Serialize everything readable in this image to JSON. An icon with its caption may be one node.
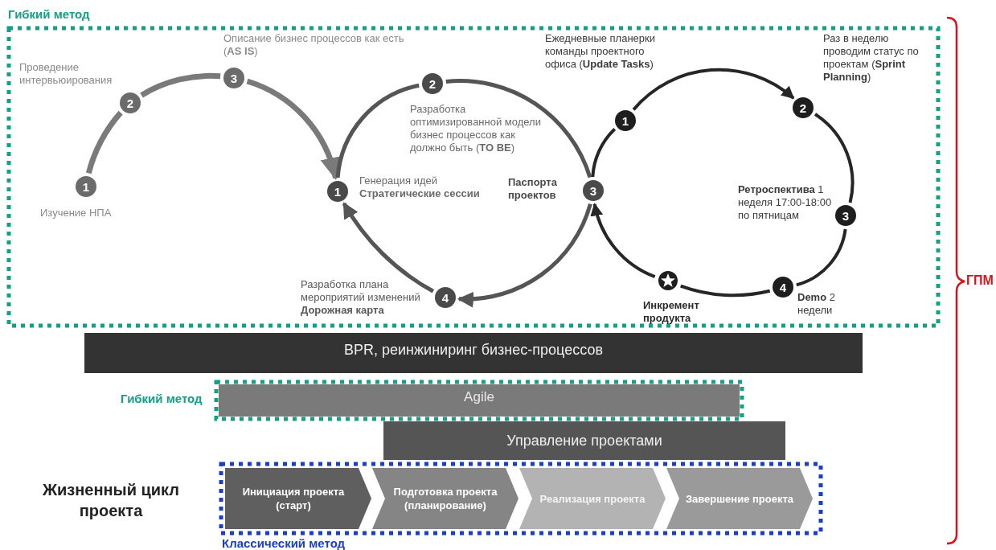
{
  "diagram": {
    "nodes": [
      {
        "text": [
          "Гибкий метод"
        ]
      },
      {
        "text": [
          "1"
        ],
        "in": 0,
        "beside": [
          "Изучение НПА"
        ]
      },
      {
        "text": [
          "2"
        ],
        "in": 0,
        "beside": [
          "Проведение интервьюирования"
        ]
      },
      {
        "text": [
          "3"
        ],
        "in": 0,
        "beside": [
          "Описание бизнес процессов как есть (**AS IS**)"
        ]
      },
      {
        "text": [
          "1"
        ],
        "in": 0,
        "beside": [
          "Генерация идей **Стратегические сессии**"
        ]
      },
      {
        "text": [
          "2"
        ],
        "in": 0,
        "beside": [
          "Разработка оптимизированной модели бизнес процессов как должно быть (**TO BE**)"
        ]
      },
      {
        "text": [
          "3"
        ],
        "in": 0,
        "beside": [
          "Паспорта проектов"
        ]
      },
      {
        "text": [
          "4"
        ],
        "in": 0,
        "beside": [
          "Разработка плана мероприятий изменений **Дорожная карта**"
        ]
      },
      {
        "text": [
          "1"
        ],
        "in": 0,
        "beside": [
          "Ежедневные планерки команды проектного офиса (**Update Tasks**)"
        ]
      },
      {
        "text": [
          "2"
        ],
        "in": 0,
        "beside": [
          "Раз в неделю проводим статус по проектам (**Sprint Planning**)"
        ]
      },
      {
        "text": [
          "3"
        ],
        "in": 0,
        "beside": [
          "**Ретроспектива** 1 неделя 17:00-18:00 по пятницам"
        ]
      },
      {
        "text": [
          "4"
        ],
        "in": 0,
        "beside": [
          "**Demo** 2 недели"
        ]
      },
      {
        "text": [],
        "shape": "star",
        "in": 0,
        "beside": [
          "Инкремент продукта"
        ]
      },
      {
        "text": [
          "BPR, реинжиниринг бизнес-процессов"
        ]
      },
      {
        "text": [
          "Гибкий метод"
        ]
      },
      {
        "text": [
          "Agile"
        ],
        "in": 14
      },
      {
        "text": [
          "Управление проектами"
        ]
      },
      {
        "text": [
          "Классический метод"
        ]
      },
      {
        "text": [
          "Инициация проекта (старт)"
        ],
        "in": 17
      },
      {
        "text": [
          "Подготовка проекта (планирование)"
        ],
        "in": 17
      },
      {
        "text": [
          "Реализация проекта"
        ],
        "in": 17
      },
      {
        "text": [
          "Завершение проекта"
        ],
        "in": 17
      }
    ],
    "edges": [
      {
        "from": 1,
        "to": 2,
        "arrow": "none",
        "color": "#7a7a7a"
      },
      {
        "from": 2,
        "to": 3,
        "arrow": "none",
        "color": "#7a7a7a"
      },
      {
        "from": 3,
        "to": 4,
        "arrow": "to",
        "color": "#7a7a7a"
      },
      {
        "from": 4,
        "to": 5,
        "arrow": "none"
      },
      {
        "from": 5,
        "to": 6,
        "arrow": "none"
      },
      {
        "from": 6,
        "to": 7,
        "arrow": "to"
      },
      {
        "from": 7,
        "to": 4,
        "arrow": "to"
      },
      {
        "from": 6,
        "to": 8,
        "arrow": "none",
        "color": "#262626"
      },
      {
        "from": 8,
        "to": 9,
        "arrow": "to",
        "color": "#262626"
      },
      {
        "from": 9,
        "to": 10,
        "arrow": "none",
        "color": "#262626"
      },
      {
        "from": 10,
        "to": 11,
        "arrow": "none",
        "color": "#262626"
      },
      {
        "from": 11,
        "to": 12,
        "arrow": "none",
        "color": "#262626"
      },
      {
        "from": 12,
        "to": 6,
        "arrow": "to",
        "color": "#262626"
      }
    ],
    "labels": [
      "Жизненный цикл проекта",
      "ГПМ"
    ]
  }
}
